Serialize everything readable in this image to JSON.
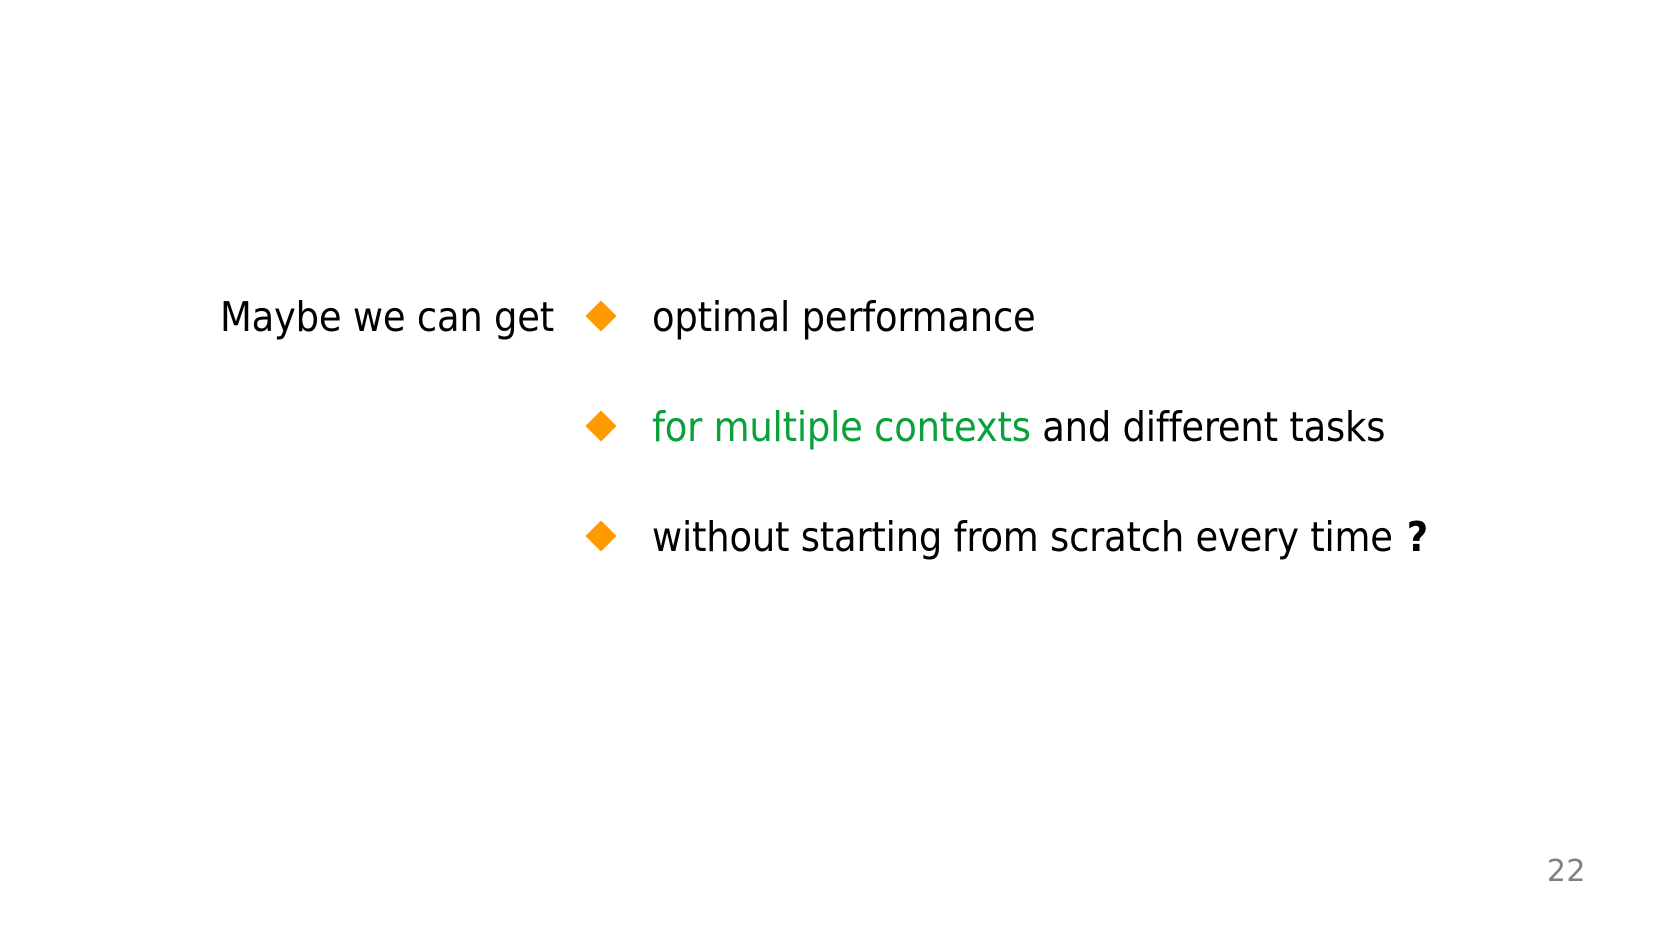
{
  "slide": {
    "background_color": "#ffffff",
    "page_number": "22",
    "page_number_color": "#808080",
    "lead_in": "Maybe we can get",
    "accent_colors": {
      "bullet_orange": "#ff9900",
      "highlight_green": "#0aa03a",
      "body_black": "#000000"
    },
    "bullets": [
      {
        "marker": "orange-diamond-bullet",
        "segments": [
          {
            "text": "optimal performance",
            "color": "#000000",
            "emphasis": "none"
          }
        ]
      },
      {
        "marker": "orange-diamond-bullet",
        "segments": [
          {
            "text": "for multiple contexts",
            "color": "#0aa03a",
            "emphasis": "none"
          },
          {
            "text": " and different tasks",
            "color": "#000000",
            "emphasis": "none"
          }
        ]
      },
      {
        "marker": "orange-diamond-bullet",
        "segments": [
          {
            "text": "without starting from scratch every time",
            "color": "#000000",
            "emphasis": "none"
          },
          {
            "text": "?",
            "color": "#000000",
            "emphasis": "bold"
          }
        ]
      }
    ]
  }
}
